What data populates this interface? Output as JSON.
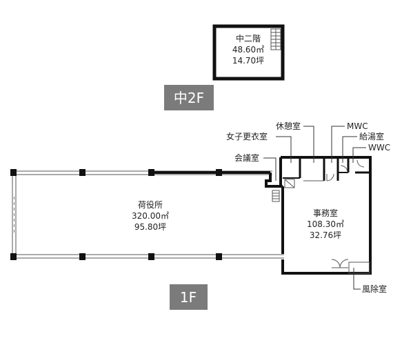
{
  "colors": {
    "wall": "#111111",
    "floor_badge_bg": "#7b7b7b",
    "floor_badge_text": "#ffffff",
    "label_text": "#222222"
  },
  "mezzanine": {
    "name": "中二階",
    "area_sqm": "48.60㎡",
    "area_tsubo": "14.70坪",
    "floor_badge": "中2F"
  },
  "ground_floor": {
    "floor_badge": "1F",
    "warehouse": {
      "name": "荷役所",
      "area_sqm": "320.00㎡",
      "area_tsubo": "95.80坪"
    },
    "office": {
      "name": "事務室",
      "area_sqm": "108.30㎡",
      "area_tsubo": "32.76坪"
    }
  },
  "callouts": {
    "rest_room": "休憩室",
    "womens_locker": "女子更衣室",
    "meeting_room": "会議室",
    "mwc": "MWC",
    "kitchenette": "給湯室",
    "wwc": "WWC",
    "windbreak": "風除室"
  }
}
